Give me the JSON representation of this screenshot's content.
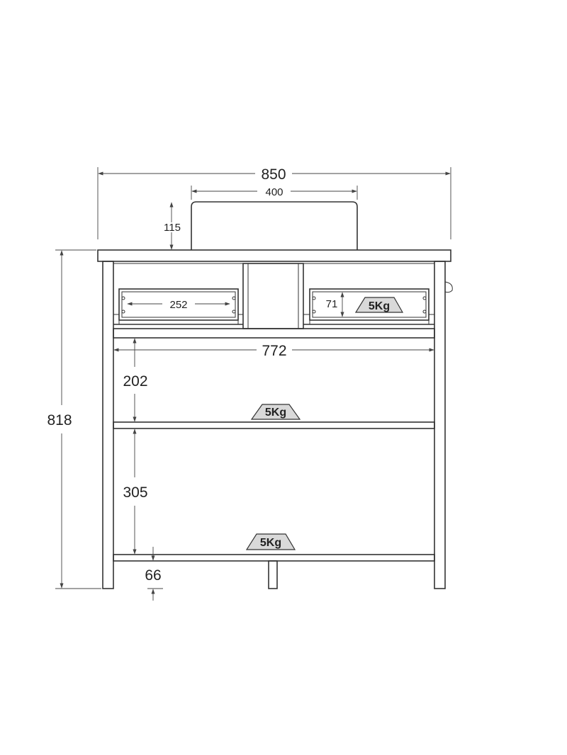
{
  "dimensions": {
    "overall_width": "850",
    "basin_width": "400",
    "basin_height": "115",
    "overall_height": "818",
    "drawer_inner_width": "252",
    "drawer_height": "71",
    "inner_width": "772",
    "upper_shelf_gap": "202",
    "lower_shelf_gap": "305",
    "floor_clearance": "66"
  },
  "load_labels": {
    "drawer_load": "5Kg",
    "middle_shelf_load": "5Kg",
    "bottom_shelf_load": "5Kg"
  }
}
